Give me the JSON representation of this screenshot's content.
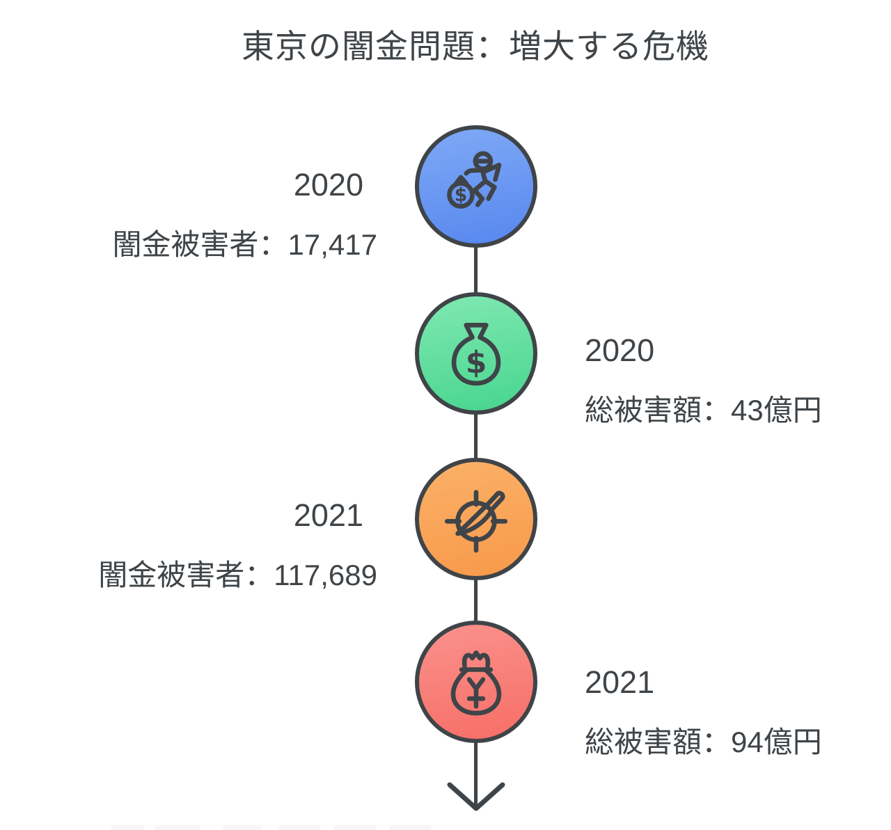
{
  "title": "東京の闇金問題：増大する危機",
  "icons": {
    "dollar_sign": "$"
  },
  "colors": {
    "text": "#3f4448",
    "stroke": "#3f4448",
    "background": "#ffffff",
    "node_blue": [
      "#7fa9f6",
      "#5787ef"
    ],
    "node_green": [
      "#80e8b2",
      "#47d58e"
    ],
    "node_orange": [
      "#fbb168",
      "#f8994a"
    ],
    "node_red": [
      "#fa918c",
      "#f76e67"
    ]
  },
  "timeline": {
    "direction": "down",
    "events": [
      {
        "year": "2020",
        "label": "闇金被害者：17,417",
        "side": "left",
        "icon": "thief-running-icon",
        "node_color": "blue"
      },
      {
        "year": "2020",
        "label": "総被害額：43億円",
        "side": "right",
        "icon": "money-bag-dollar-icon",
        "node_color": "green"
      },
      {
        "year": "2021",
        "label": "闇金被害者：117,689",
        "side": "left",
        "icon": "knife-target-icon",
        "node_color": "orange"
      },
      {
        "year": "2021",
        "label": "総被害額：94億円",
        "side": "right",
        "icon": "money-bag-yen-icon",
        "node_color": "red"
      }
    ]
  }
}
